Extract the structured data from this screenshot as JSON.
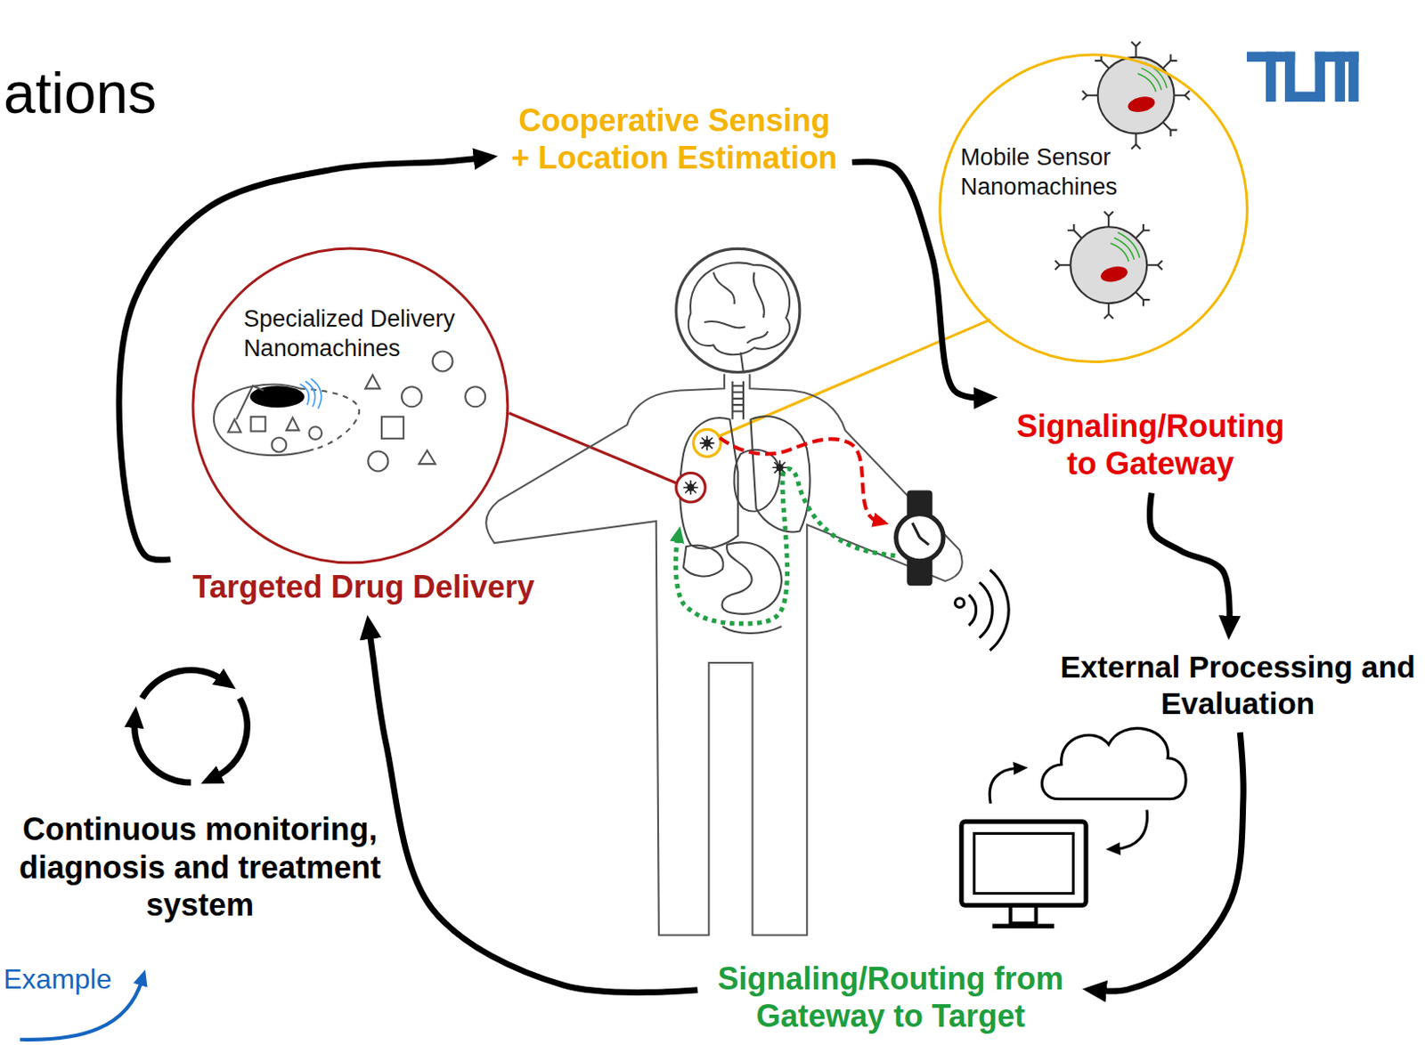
{
  "diagram": {
    "title": "ations",
    "nodes": [
      {
        "text": [
          "Cooperative Sensing + Location Estimation"
        ]
      },
      {
        "text": [
          "Mobile Sensor Nanomachines"
        ]
      },
      {
        "text": [
          "Specialized Delivery Nanomachines"
        ]
      },
      {
        "text": [
          "Signaling/Routing to Gateway"
        ]
      },
      {
        "text": [
          "Targeted Drug Delivery"
        ]
      },
      {
        "text": [
          "External Processing and Evaluation"
        ]
      },
      {
        "text": [
          "Signaling/Routing from Gateway to Target"
        ]
      }
    ],
    "edges": [
      {
        "from": 0,
        "to": 3,
        "arrow": "to"
      },
      {
        "from": 3,
        "to": 5,
        "arrow": "to"
      },
      {
        "from": 5,
        "to": 6,
        "arrow": "to"
      },
      {
        "from": 6,
        "to": 4,
        "arrow": "to"
      },
      {
        "from": 4,
        "to": 0,
        "arrow": "to"
      }
    ],
    "labels": [
      "Continuous monitoring, diagnosis and treatment system",
      "Example"
    ]
  }
}
